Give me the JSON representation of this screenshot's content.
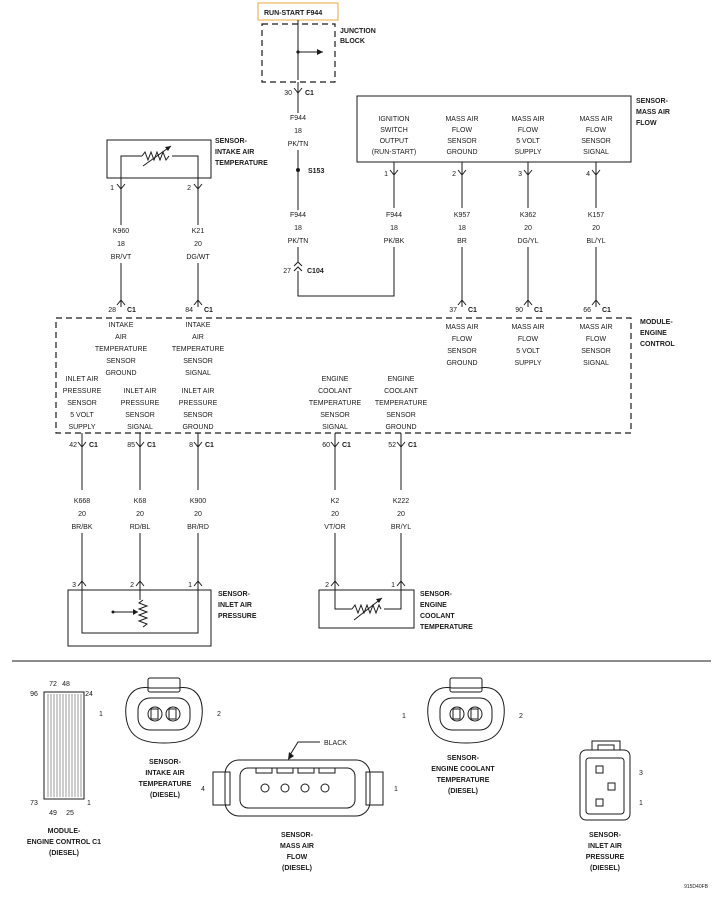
{
  "title_box": "RUN-START F944",
  "junction_block_label": [
    "JUNCTION",
    "BLOCK"
  ],
  "splice": "S153",
  "inline_connector": "C104",
  "ground_label": "BLACK",
  "footer_code": "915D40FB",
  "maf_header_label": [
    "SENSOR-",
    "MASS AIR",
    "FLOW"
  ],
  "maf_header_pins": [
    {
      "lines": [
        "IGNITION",
        "SWITCH",
        "OUTPUT",
        "(RUN-START)"
      ],
      "pin": "1"
    },
    {
      "lines": [
        "MASS AIR",
        "FLOW",
        "SENSOR",
        "GROUND"
      ],
      "pin": "2"
    },
    {
      "lines": [
        "MASS AIR",
        "FLOW",
        "5 VOLT",
        "SUPPLY"
      ],
      "pin": "3"
    },
    {
      "lines": [
        "MASS AIR",
        "FLOW",
        "SENSOR",
        "SIGNAL"
      ],
      "pin": "4"
    }
  ],
  "iat_label": [
    "SENSOR-",
    "INTAKE AIR",
    "TEMPERATURE"
  ],
  "iap_label": [
    "SENSOR-",
    "INLET AIR",
    "PRESSURE"
  ],
  "ect_label": [
    "SENSOR-",
    "ENGINE",
    "COOLANT",
    "TEMPERATURE"
  ],
  "ecm_label": [
    "MODULE-",
    "ENGINE",
    "CONTROL"
  ],
  "wires": [
    {
      "id": "f944a",
      "circuit": "F944",
      "gauge": "18",
      "color": "PK/TN"
    },
    {
      "id": "f944b",
      "circuit": "F944",
      "gauge": "18",
      "color": "PK/TN"
    },
    {
      "id": "f944c",
      "circuit": "F944",
      "gauge": "18",
      "color": "PK/BK"
    },
    {
      "id": "k960",
      "circuit": "K960",
      "gauge": "18",
      "color": "BR/VT"
    },
    {
      "id": "k21",
      "circuit": "K21",
      "gauge": "20",
      "color": "DG/WT"
    },
    {
      "id": "k957",
      "circuit": "K957",
      "gauge": "18",
      "color": "BR"
    },
    {
      "id": "k362",
      "circuit": "K362",
      "gauge": "20",
      "color": "DG/YL"
    },
    {
      "id": "k157",
      "circuit": "K157",
      "gauge": "20",
      "color": "BL/YL"
    },
    {
      "id": "k668",
      "circuit": "K668",
      "gauge": "20",
      "color": "BR/BK"
    },
    {
      "id": "k68",
      "circuit": "K68",
      "gauge": "20",
      "color": "RD/BL"
    },
    {
      "id": "k900",
      "circuit": "K900",
      "gauge": "20",
      "color": "BR/RD"
    },
    {
      "id": "k2",
      "circuit": "K2",
      "gauge": "20",
      "color": "VT/OR"
    },
    {
      "id": "k222",
      "circuit": "K222",
      "gauge": "20",
      "color": "BR/YL"
    }
  ],
  "ecm_pins_top": [
    {
      "pin": "28",
      "conn": "C1",
      "lines": [
        "INTAKE",
        "AIR",
        "TEMPERATURE",
        "SENSOR",
        "GROUND"
      ]
    },
    {
      "pin": "84",
      "conn": "C1",
      "lines": [
        "INTAKE",
        "AIR",
        "TEMPERATURE",
        "SENSOR",
        "SIGNAL"
      ]
    },
    {
      "pin": "37",
      "conn": "C1",
      "lines": [
        "MASS AIR",
        "FLOW",
        "SENSOR",
        "GROUND"
      ]
    },
    {
      "pin": "90",
      "conn": "C1",
      "lines": [
        "MASS AIR",
        "FLOW",
        "5 VOLT",
        "SUPPLY"
      ]
    },
    {
      "pin": "66",
      "conn": "C1",
      "lines": [
        "MASS AIR",
        "FLOW",
        "SENSOR",
        "SIGNAL"
      ]
    }
  ],
  "ecm_pins_bottom": [
    {
      "pin": "42",
      "conn": "C1",
      "lines": [
        "INLET AIR",
        "PRESSURE",
        "SENSOR",
        "5 VOLT",
        "SUPPLY"
      ]
    },
    {
      "pin": "85",
      "conn": "C1",
      "lines": [
        "INLET AIR",
        "PRESSURE",
        "SENSOR",
        "SIGNAL"
      ]
    },
    {
      "pin": "8",
      "conn": "C1",
      "lines": [
        "INLET AIR",
        "PRESSURE",
        "SENSOR",
        "GROUND"
      ]
    },
    {
      "pin": "60",
      "conn": "C1",
      "lines": [
        "ENGINE",
        "COOLANT",
        "TEMPERATURE",
        "SENSOR",
        "SIGNAL"
      ]
    },
    {
      "pin": "52",
      "conn": "C1",
      "lines": [
        "ENGINE",
        "COOLANT",
        "TEMPERATURE",
        "SENSOR",
        "GROUND"
      ]
    }
  ],
  "jb_pin": {
    "pin": "30",
    "conn": "C1"
  },
  "c104_pin": "27",
  "iat_pins": [
    "1",
    "2"
  ],
  "iap_pins": [
    "3",
    "2",
    "1"
  ],
  "ect_pins": [
    "2",
    "1"
  ],
  "connector_views": {
    "ecm_c1": {
      "label": [
        "MODULE-",
        "ENGINE CONTROL C1",
        "(DIESEL)"
      ],
      "pins": {
        "p96": "96",
        "p72": "72",
        "p48": "48",
        "p24": "24",
        "p73": "73",
        "p49": "49",
        "p25": "25",
        "p1": "1",
        "p1side": "1"
      }
    },
    "iat": {
      "label": [
        "SENSOR-",
        "INTAKE AIR",
        "TEMPERATURE",
        "(DIESEL)"
      ],
      "pin2": "2"
    },
    "maf": {
      "label": [
        "SENSOR-",
        "MASS AIR",
        "FLOW",
        "(DIESEL)"
      ],
      "pin4": "4",
      "pin1": "1"
    },
    "ect": {
      "label": [
        "SENSOR-",
        "ENGINE COOLANT",
        "TEMPERATURE",
        "(DIESEL)"
      ],
      "pin1": "1",
      "pin2": "2"
    },
    "iap": {
      "label": [
        "SENSOR-",
        "INLET AIR",
        "PRESSURE",
        "(DIESEL)"
      ],
      "pin3": "3",
      "pin1": "1"
    }
  }
}
